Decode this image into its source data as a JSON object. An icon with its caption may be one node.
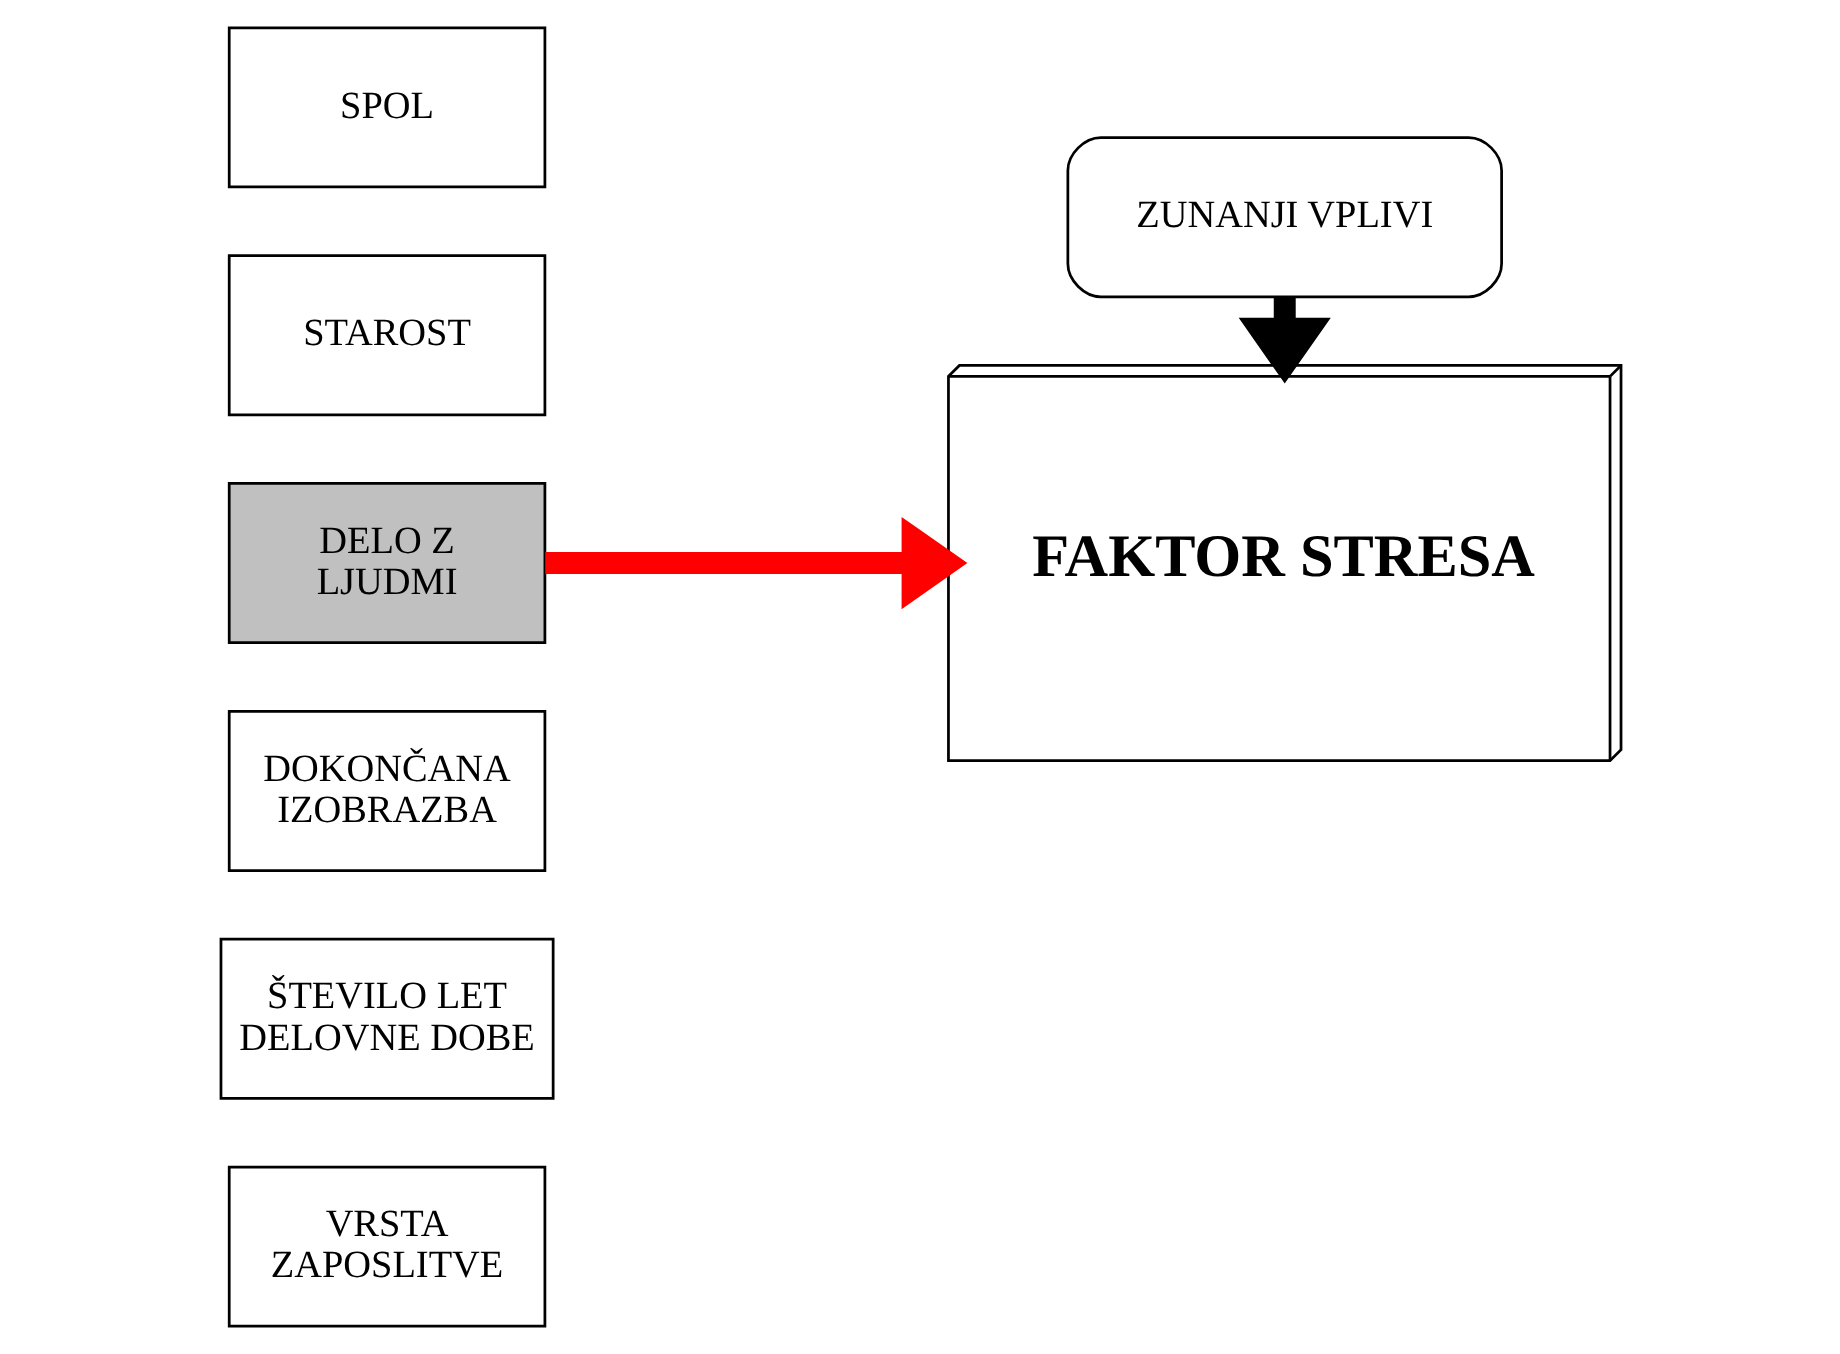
{
  "diagram": {
    "nodes": [
      {
        "text": [
          "SPOL"
        ]
      },
      {
        "text": [
          "STAROST"
        ]
      },
      {
        "text": [
          "DELO Z LJUDMI"
        ]
      },
      {
        "text": [
          "DOKONČANA IZOBRAZBA"
        ]
      },
      {
        "text": [
          "ŠTEVILO LET DELOVNE DOBE"
        ]
      },
      {
        "text": [
          "VRSTA ZAPOSLITVE"
        ]
      },
      {
        "text": [
          "ZUNANJI VPLIVI"
        ]
      },
      {
        "text": [
          "FAKTOR STRESA"
        ]
      }
    ],
    "edges": [
      {
        "from": 2,
        "to": 7,
        "arrow": "to",
        "color": "#ff0000"
      },
      {
        "from": 6,
        "to": 7,
        "arrow": "to",
        "color": "#000000"
      }
    ]
  }
}
